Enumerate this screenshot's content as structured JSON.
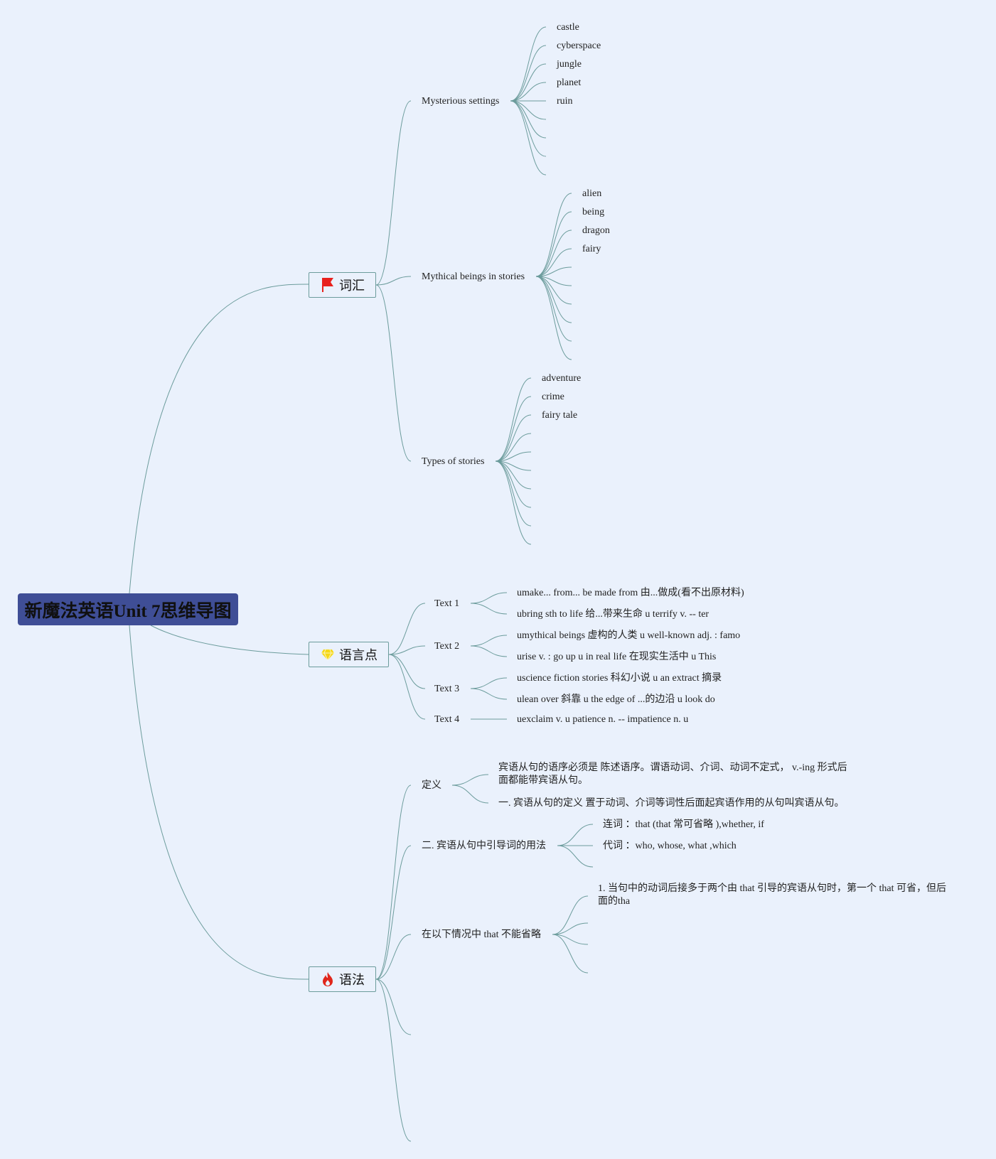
{
  "root": {
    "title": "新魔法英语Unit 7思维导图"
  },
  "branches": [
    {
      "label": "词汇",
      "icon": "flag-icon",
      "topics": [
        {
          "label": "Mysterious settings",
          "items": [
            "castle",
            "cyberspace",
            "jungle",
            "planet",
            "ruin"
          ]
        },
        {
          "label": "Mythical beings in stories",
          "items": [
            "alien",
            "being",
            "dragon",
            "fairy"
          ]
        },
        {
          "label": "Types of stories",
          "items": [
            "adventure",
            "crime",
            "fairy tale"
          ]
        }
      ]
    },
    {
      "label": "语言点",
      "icon": "diamond-icon",
      "topics": [
        {
          "label": "Text 1",
          "items": [
            "umake... from... be made from 由...做成(看不出原材料)",
            "ubring sth to life 给...带来生命 u terrify v. -- ter"
          ]
        },
        {
          "label": "Text 2",
          "items": [
            "umythical beings 虚构的人类 u well-known adj. : famo",
            "urise v. : go up u in real life 在现实生活中 u This"
          ]
        },
        {
          "label": "Text 3",
          "items": [
            "uscience fiction stories 科幻小说 u an extract 摘录",
            "ulean over 斜靠 u the edge of ...的边沿 u look do"
          ]
        },
        {
          "label": "Text 4",
          "items": [
            "uexclaim v. u patience n. -- impatience n. u"
          ]
        }
      ]
    },
    {
      "label": "语法",
      "icon": "fire-icon",
      "topics": [
        {
          "label": "定义",
          "items": [
            "宾语从句的语序必须是 陈述语序。谓语动词、介词、动词不定式， v.-ing 形式后面都能带宾语从句。",
            "一. 宾语从句的定义 置于动词、介词等词性后面起宾语作用的从句叫宾语从句。"
          ]
        },
        {
          "label": "二. 宾语从句中引导词的用法",
          "items": [
            "连词 ：that (that 常可省略 ),whether, if",
            "代词 ：who, whose, what ,which"
          ]
        },
        {
          "label": "在以下情况中 that 不能省略",
          "items": [
            "1. 当句中的动词后接多于两个由 that 引导的宾语从句时，第一个 that 可省，但后面的tha"
          ]
        }
      ]
    }
  ],
  "colors": {
    "line": "#6c9c9c",
    "root_bg": "#3f4e96",
    "background": "#eaf1fc",
    "flag": "#e8211d",
    "diamond": "#f5d817",
    "fire": "#e0261b"
  }
}
